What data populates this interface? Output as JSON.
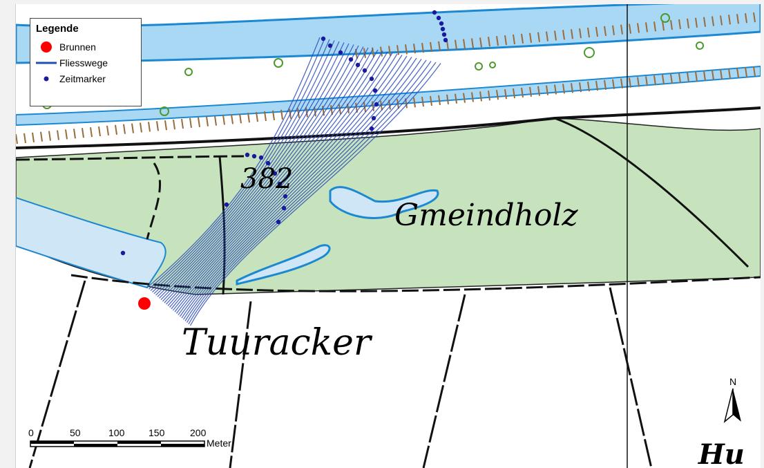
{
  "legend": {
    "title": "Legende",
    "items": [
      {
        "label": "Brunnen",
        "symbol": "red-dot-icon",
        "color": "#ff0000"
      },
      {
        "label": "Fliesswege",
        "symbol": "blue-line-icon",
        "color": "#1f4fb5"
      },
      {
        "label": "Zeitmarker",
        "symbol": "blue-dot-icon",
        "color": "#1a1a9e"
      }
    ]
  },
  "map_labels": {
    "contour": "382",
    "forest": "Gmeindholz",
    "field": "Tuuracker",
    "corner": "Hu"
  },
  "scalebar": {
    "ticks": [
      "0",
      "50",
      "100",
      "150",
      "200"
    ],
    "unit": "Meter"
  },
  "north_arrow": {
    "label": "N"
  },
  "colors": {
    "river": "#a9d8f5",
    "river_edge": "#1b88d1",
    "forest": "#c6e3bd",
    "well": "#ff0000",
    "flowpath": "#2546b8",
    "marker": "#1a1a9e",
    "embankment": "#9a6a3a"
  }
}
